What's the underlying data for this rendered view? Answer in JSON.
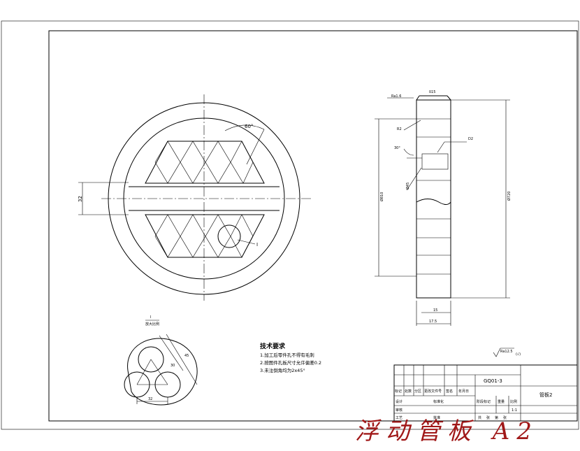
{
  "dimensions": {
    "angle_60": "60°",
    "width_32": "32",
    "thickness_15": "δ15",
    "r2": "R2",
    "d2": "D2",
    "angle_30": "30°",
    "hole_45": "Ø45",
    "dia_inner": "Ø810",
    "dia_outer": "Ø720",
    "w15": "15",
    "w175": "17.5",
    "detail_32": "32",
    "detail_a": "30",
    "detail_b": "45"
  },
  "surface_finish": {
    "top": "Ra1.6",
    "general": "Ra12.5",
    "general_suffix": "(√)"
  },
  "detail_view": {
    "marker": "I",
    "ref_letter": "I",
    "scale_note": "放大比例"
  },
  "technical_requirements": {
    "heading": "技术要求",
    "items": [
      "1.加工后零件孔不得有毛刺",
      "2.按图件孔板尺寸允许偏差0.2",
      "3.未注倒角均为2x45°"
    ]
  },
  "title_block": {
    "drawing_no": "GQ01-3",
    "part_name": "管板2",
    "material_cells": [
      "标记",
      "处数",
      "分区",
      "更改文件号",
      "签名",
      "年月日"
    ],
    "designer_label": "设计",
    "standardization_label": "标准化",
    "stage_label": "阶段标记",
    "weight_label": "重量",
    "scale_label": "比例",
    "scale_value": "1:1",
    "review_label": "审核",
    "process_label": "工艺",
    "approve_label": "批准",
    "sheet_labels": [
      "共",
      "张",
      "第",
      "张"
    ]
  },
  "footer_title": "浮动管板 A2"
}
